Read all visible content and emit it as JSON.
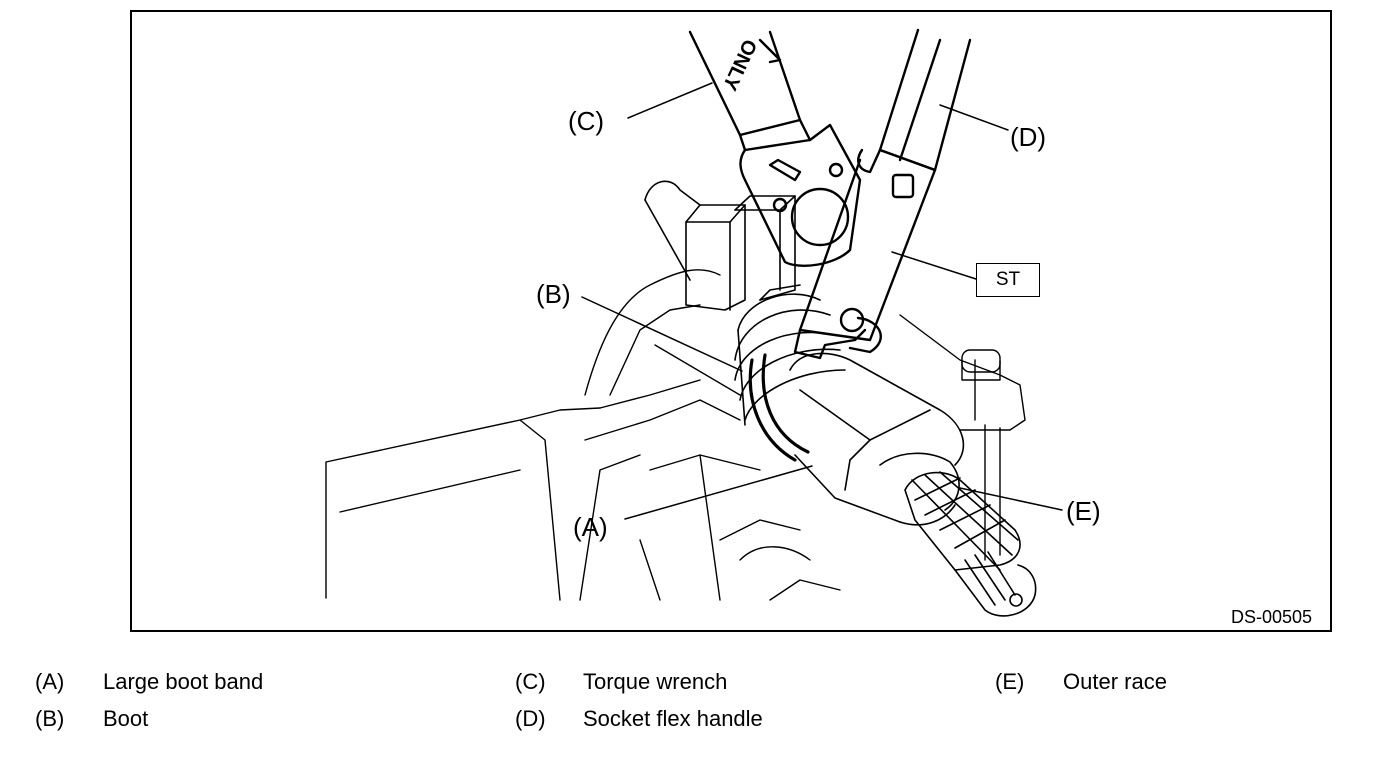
{
  "figure": {
    "id": "DS-00505",
    "callouts": {
      "A": "(A)",
      "B": "(B)",
      "C": "(C)",
      "D": "(D)",
      "E": "(E)"
    },
    "tool_box": "ST",
    "wrench_print": "ONLY"
  },
  "legend": [
    {
      "key": "(A)",
      "label": "Large boot band"
    },
    {
      "key": "(B)",
      "label": "Boot"
    },
    {
      "key": "(C)",
      "label": "Torque wrench"
    },
    {
      "key": "(D)",
      "label": "Socket flex handle"
    },
    {
      "key": "(E)",
      "label": "Outer race"
    }
  ]
}
